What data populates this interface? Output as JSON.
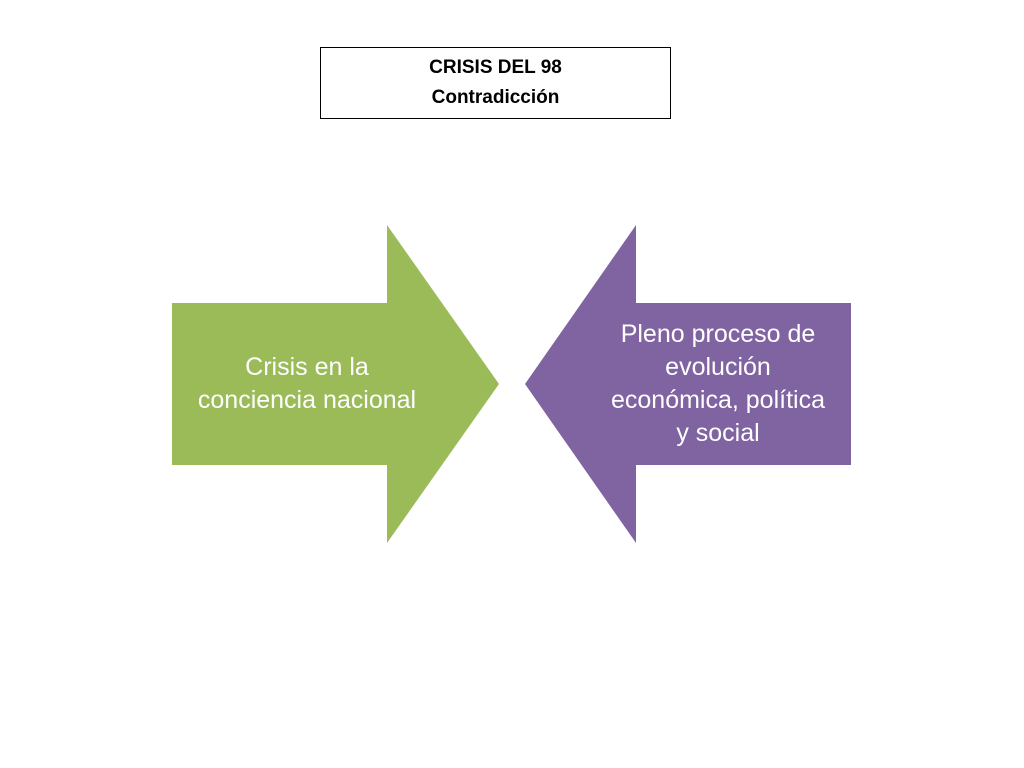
{
  "title": {
    "line1": "CRISIS DEL 98",
    "line2": "Contradicción"
  },
  "diagram": {
    "left_arrow": {
      "lines": [
        "Crisis en la",
        "conciencia nacional"
      ],
      "color": "#9BBB59"
    },
    "right_arrow": {
      "lines": [
        "Pleno proceso de",
        "evolución",
        "económica, política",
        "y social"
      ],
      "color": "#8064A2"
    }
  }
}
